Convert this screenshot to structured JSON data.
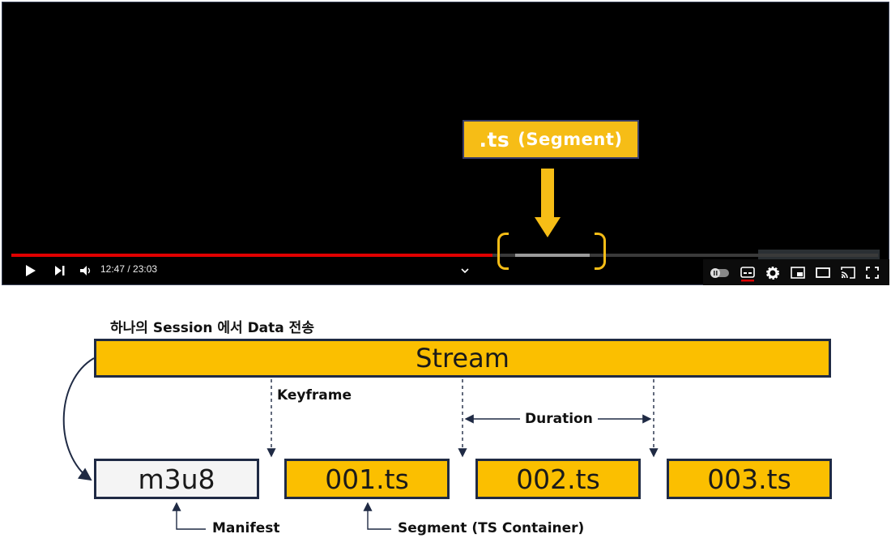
{
  "player": {
    "callout": {
      "main": ".ts",
      "sub": "(Segment)"
    },
    "time": "12:47 / 23:03",
    "progress_fraction": 0.555,
    "controls": {
      "play": "play-icon",
      "next": "next-icon",
      "volume": "volume-icon",
      "chevron": "chevron-down-icon",
      "autoplay": "autoplay-toggle",
      "subtitles": "subtitles-icon",
      "settings": "gear-icon",
      "miniplayer": "miniplayer-icon",
      "theater": "theater-icon",
      "cast": "cast-icon",
      "fullscreen": "fullscreen-icon"
    },
    "colors": {
      "accent": "#f6bd16",
      "progress": "#e00000"
    }
  },
  "diagram": {
    "caption": "하나의 Session 에서 Data 전송",
    "stream": "Stream",
    "boxes": [
      "m3u8",
      "001.ts",
      "002.ts",
      "003.ts"
    ],
    "keyframe": "Keyframe",
    "duration": "Duration",
    "manifest": "Manifest",
    "segment": "Segment (TS Container)",
    "colors": {
      "segment_fill": "#fbbf00",
      "manifest_fill": "#f4f4f4",
      "border": "#1f2a44"
    }
  }
}
